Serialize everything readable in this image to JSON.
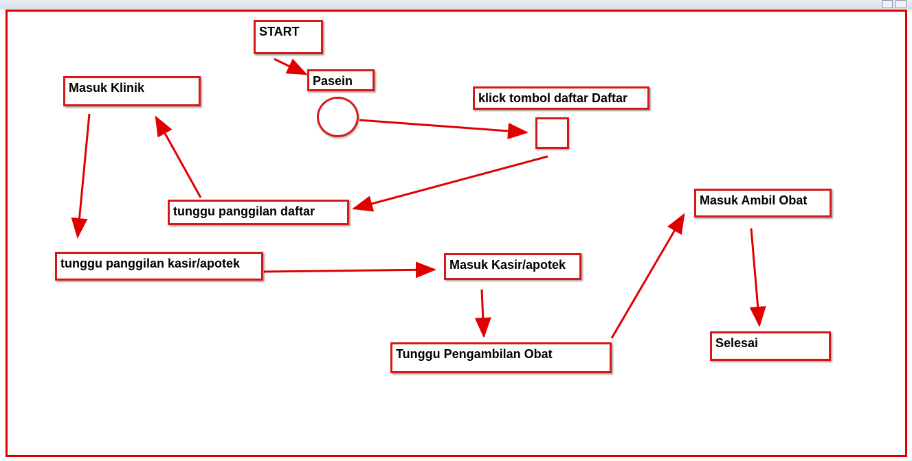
{
  "colors": {
    "accent": "#e00000",
    "node_border": "#d81818",
    "background": "#ffffff",
    "text": "#000000"
  },
  "nodes": {
    "start": "START",
    "pasein": "Pasein",
    "klick": "klick tombol daftar Daftar",
    "masuk_klinik": "Masuk Klinik",
    "tunggu_daftar": "tunggu panggilan daftar",
    "tunggu_kasir": "tunggu panggilan kasir/apotek",
    "masuk_kasir": "Masuk Kasir/apotek",
    "tunggu_obat": "Tunggu Pengambilan Obat",
    "masuk_ambil_obat": "Masuk Ambil Obat",
    "selesai": "Selesai"
  },
  "edges": [
    {
      "from": "START",
      "to": "Pasein"
    },
    {
      "from": "Pasein",
      "to": "klick tombol daftar Daftar"
    },
    {
      "from": "klick tombol daftar Daftar",
      "to": "tunggu panggilan daftar"
    },
    {
      "from": "tunggu panggilan daftar",
      "to": "Masuk Klinik"
    },
    {
      "from": "Masuk Klinik",
      "to": "tunggu panggilan kasir/apotek"
    },
    {
      "from": "tunggu panggilan kasir/apotek",
      "to": "Masuk Kasir/apotek"
    },
    {
      "from": "Masuk Kasir/apotek",
      "to": "Tunggu Pengambilan Obat"
    },
    {
      "from": "Tunggu Pengambilan Obat",
      "to": "Masuk Ambil Obat"
    },
    {
      "from": "Masuk Ambil Obat",
      "to": "Selesai"
    }
  ]
}
